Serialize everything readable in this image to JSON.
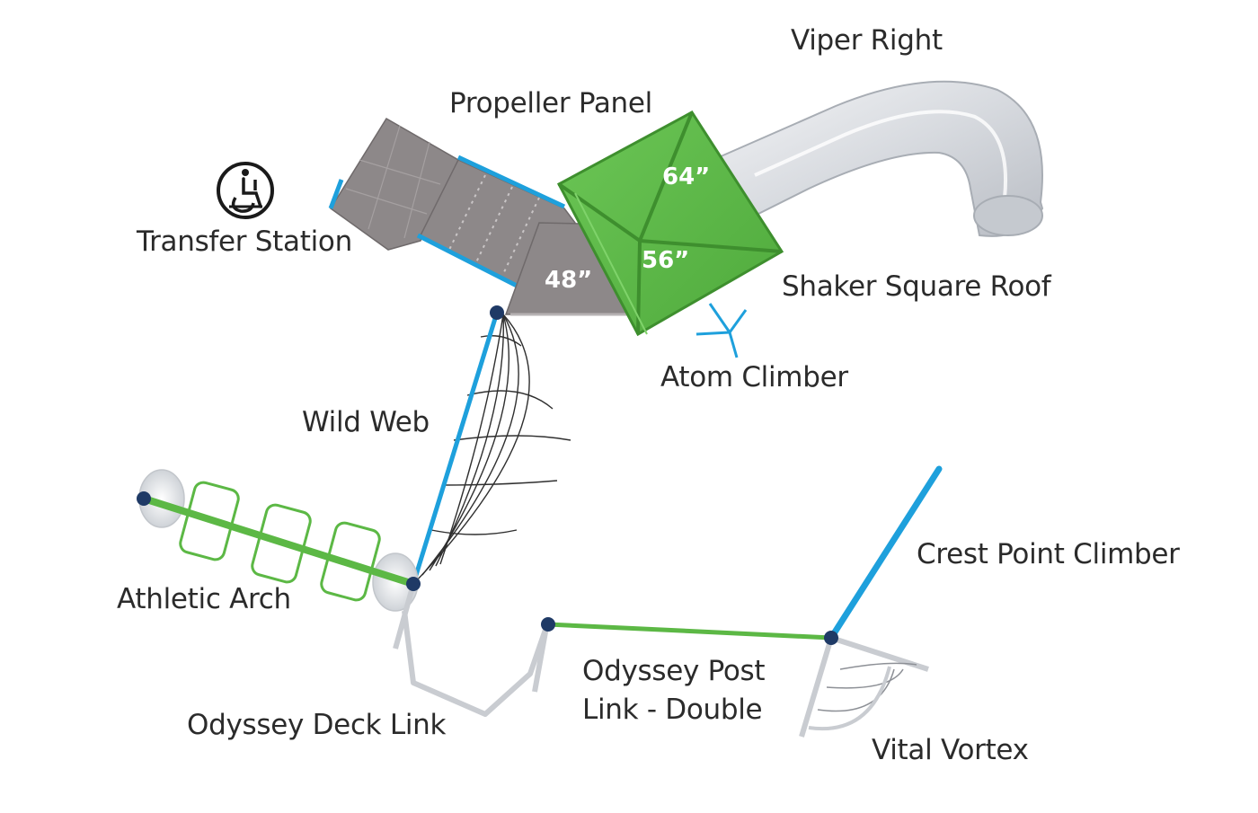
{
  "labels": {
    "viper_right": "Viper Right",
    "propeller_panel": "Propeller Panel",
    "transfer_station": "Transfer Station",
    "shaker_square_roof": "Shaker Square Roof",
    "atom_climber": "Atom Climber",
    "wild_web": "Wild Web",
    "athletic_arch": "Athletic Arch",
    "crest_point_climber": "Crest Point Climber",
    "odyssey_post_link_line1": "Odyssey Post",
    "odyssey_post_link_line2": "Link - Double",
    "odyssey_deck_link": "Odyssey Deck Link",
    "vital_vortex": "Vital Vortex"
  },
  "heights": {
    "roof_top": "64”",
    "roof_front": "56”",
    "deck": "48”"
  },
  "icons": {
    "accessibility": "wheelchair-accessible-icon"
  },
  "colors": {
    "green": "#5cb845",
    "green_dark": "#3e8f2e",
    "blue": "#1ea0dc",
    "deck_gray": "#8d8889",
    "node_navy": "#1f3a66",
    "slide_silver": "#dde0e4",
    "text": "#2b2b2b"
  }
}
